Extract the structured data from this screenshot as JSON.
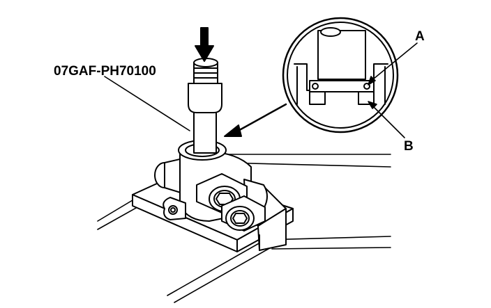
{
  "labels": {
    "tool_part_number": "07GAF-PH70100",
    "callout_a": "A",
    "callout_b": "B"
  },
  "colors": {
    "ink": "#000000",
    "paper": "#ffffff"
  }
}
